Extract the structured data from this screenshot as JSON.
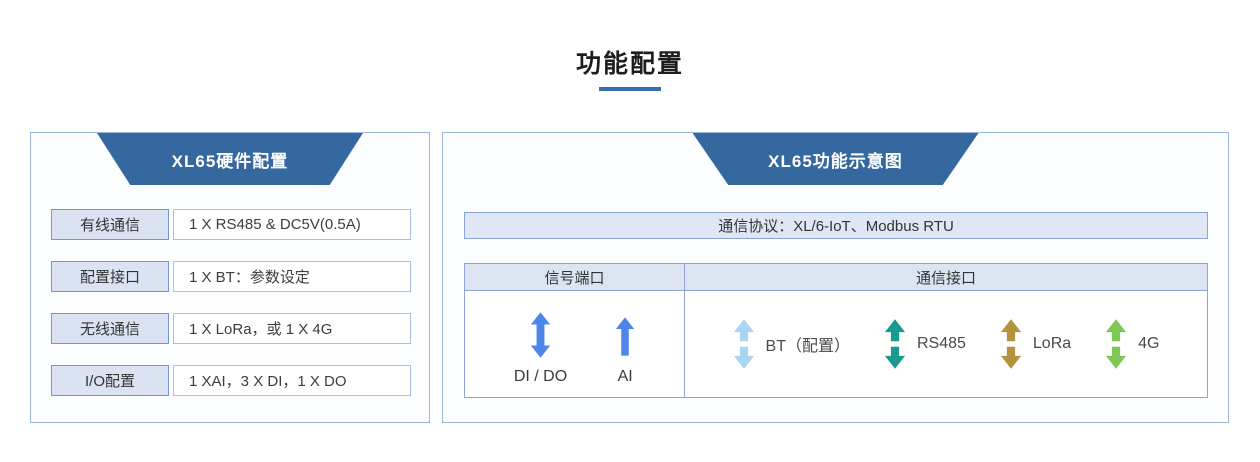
{
  "page": {
    "title": "功能配置"
  },
  "colors": {
    "accent_blue": "#35689f",
    "title_underline": "#3a6cb3",
    "panel_border": "#9db7de",
    "label_fill": "#dbe3f3",
    "table_header_fill": "#dce4f2"
  },
  "left_panel": {
    "header": "XL65硬件配置",
    "rows": [
      {
        "label": "有线通信",
        "value": "1 X RS485 & DC5V(0.5A)"
      },
      {
        "label": "配置接口",
        "value": "1 X BT：参数设定"
      },
      {
        "label": "无线通信",
        "value": "1 X LoRa，或 1 X 4G"
      },
      {
        "label": "I/O配置",
        "value": "1 XAI，3 X DI，1 X DO"
      }
    ]
  },
  "right_panel": {
    "header": "XL65功能示意图",
    "protocol": "通信协议：XL/6-IoT、Modbus RTU",
    "table": {
      "columns": [
        "信号端口",
        "通信接口"
      ],
      "signal_ports": [
        {
          "label": "DI / DO",
          "icon": "double-arrow-icon",
          "color": "#4d86e8"
        },
        {
          "label": "AI",
          "icon": "up-arrow-icon",
          "color": "#4d86e8"
        }
      ],
      "comm_interfaces": [
        {
          "label": "BT（配置）",
          "icon": "split-double-arrow-icon",
          "color": "#a9d5f1"
        },
        {
          "label": "RS485",
          "icon": "split-double-arrow-icon",
          "color": "#199a8d"
        },
        {
          "label": "LoRa",
          "icon": "split-double-arrow-icon",
          "color": "#b5923e"
        },
        {
          "label": "4G",
          "icon": "split-double-arrow-icon",
          "color": "#7dc854"
        }
      ]
    }
  }
}
